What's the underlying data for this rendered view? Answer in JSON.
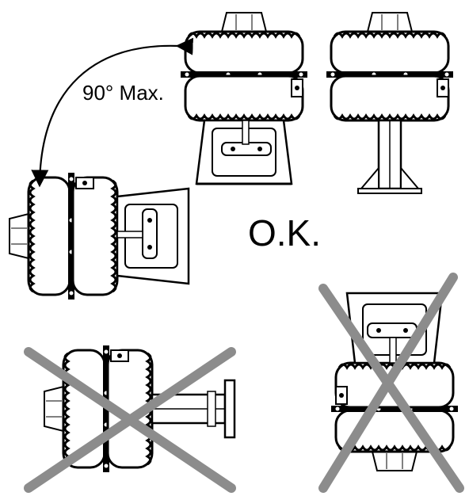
{
  "labels": {
    "angle_limit": "90° Max.",
    "ok": "O.K."
  },
  "colors": {
    "ink": "#000000",
    "cross": "#8c8c8c",
    "background": "#ffffff"
  },
  "figures": [
    {
      "name": "upright-housing-on-yoke",
      "status": "ok"
    },
    {
      "name": "upright-housing-on-pedestal",
      "status": "ok"
    },
    {
      "name": "tilted-housing-90-degrees",
      "status": "ok"
    },
    {
      "name": "horizontal-housing-on-wall-bracket",
      "status": "not-allowed"
    },
    {
      "name": "inverted-housing",
      "status": "not-allowed"
    }
  ]
}
